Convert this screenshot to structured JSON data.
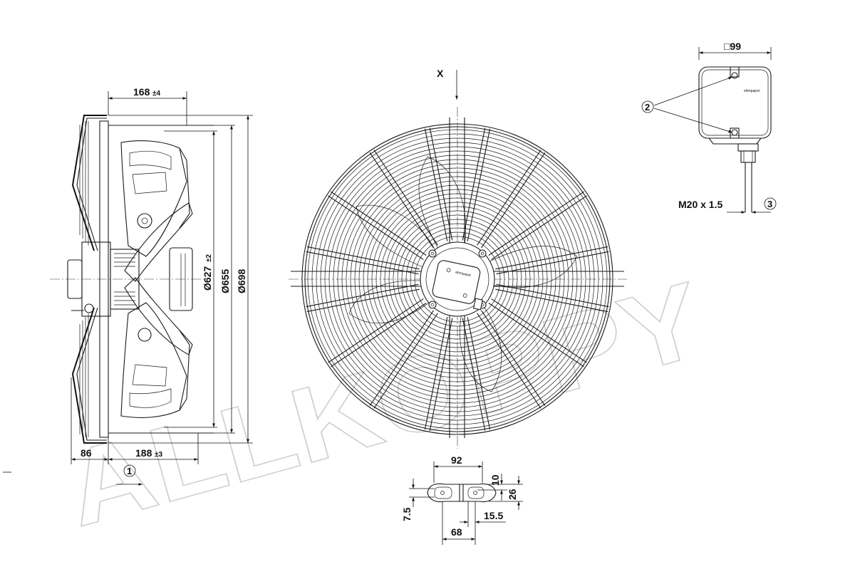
{
  "watermark": "ALLKOPPY",
  "side_view": {
    "dim_top": "168",
    "dim_top_tol": "±4",
    "dim_bottom_left": "86",
    "dim_bottom": "188",
    "dim_bottom_tol": "±3",
    "dia_inner": "Ø627",
    "dia_inner_tol": "±2",
    "dia_mid": "Ø655",
    "dia_outer": "Ø698",
    "callout_1": "1"
  },
  "front_view": {
    "view_label": "X"
  },
  "terminal_box": {
    "dim_width": "□99",
    "callout_2": "2",
    "callout_3": "3",
    "thread": "M20 x 1.5",
    "brand_text": "ebmpapst"
  },
  "bracket_detail": {
    "dim_width": "92",
    "dim_10": "10",
    "dim_26": "26",
    "dim_7_5": "7.5",
    "dim_15_5": "15.5",
    "dim_68": "68"
  }
}
